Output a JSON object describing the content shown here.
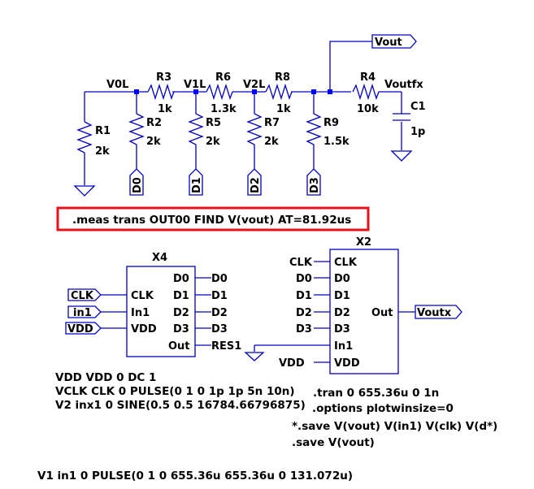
{
  "nets": {
    "v0l": "V0L",
    "v1l": "V1L",
    "v2l": "V2L",
    "vout": "Vout",
    "voutfx": "Voutfx",
    "voutx": "Voutx"
  },
  "resistors": [
    {
      "name": "R1",
      "value": "2k"
    },
    {
      "name": "R2",
      "value": "2k"
    },
    {
      "name": "R3",
      "value": "1k"
    },
    {
      "name": "R4",
      "value": "10k"
    },
    {
      "name": "R5",
      "value": "2k"
    },
    {
      "name": "R6",
      "value": "1.3k"
    },
    {
      "name": "R7",
      "value": "2k"
    },
    {
      "name": "R8",
      "value": "1k"
    },
    {
      "name": "R9",
      "value": "1.5k"
    }
  ],
  "capacitor": {
    "name": "C1",
    "value": "1p"
  },
  "bit_labels": [
    "D0",
    "D1",
    "D2",
    "D3"
  ],
  "meas_directive": ".meas trans OUT00 FIND V(vout) AT=81.92us",
  "x4": {
    "name": "X4",
    "left_pins": [
      "CLK",
      "In1",
      "VDD"
    ],
    "right_pins": [
      "D0",
      "D1",
      "D2",
      "D3",
      "Out"
    ],
    "input_flags": [
      "CLK",
      "in1",
      "VDD"
    ],
    "output_nets": [
      "D0",
      "D1",
      "D2",
      "D3",
      "RES1"
    ]
  },
  "x2": {
    "name": "X2",
    "left_pins": [
      "CLK",
      "D0",
      "D1",
      "D2",
      "D3",
      "In1",
      "VDD"
    ],
    "left_nets": [
      "CLK",
      "D0",
      "D1",
      "D2",
      "D3",
      "",
      "VDD"
    ],
    "right_pin": "Out",
    "output_flag": "Voutx"
  },
  "spice_lines_left": [
    "VDD VDD 0 DC 1",
    "VCLK CLK 0 PULSE(0 1 0 1p 1p 5n 10n)",
    "V2 inx1 0 SINE(0.5 0.5 16784.66796875)"
  ],
  "spice_lines_right": [
    ".tran 0 655.36u 0 1n",
    ".options plotwinsize=0",
    "*.save V(vout) V(in1) V(clk) V(d*)",
    ".save V(vout)"
  ],
  "spice_bottom": "V1 in1 0 PULSE(0 1 0 655.36u 655.36u 0 131.072u)",
  "colors": {
    "wire": "#0000c0",
    "junction": "#0000ff",
    "highlight": "#e8101a"
  }
}
